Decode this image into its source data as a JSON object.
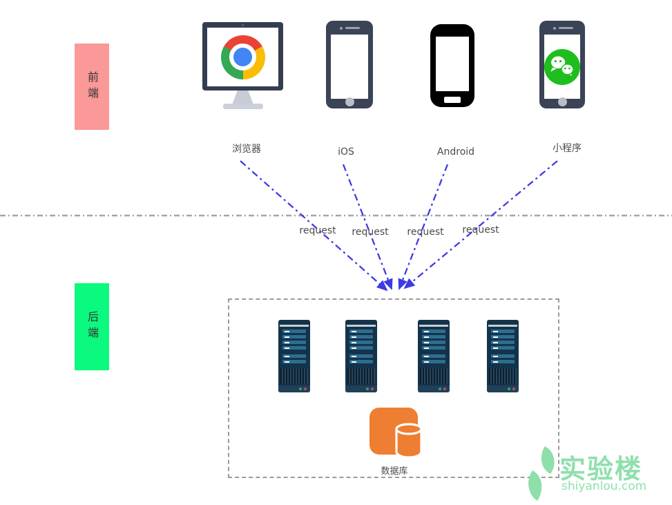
{
  "sections": {
    "frontend": {
      "label": "前端",
      "box_color": "#fb9898"
    },
    "backend": {
      "label": "后端",
      "box_color": "#0bf97e"
    }
  },
  "devices": [
    {
      "id": "browser",
      "label": "浏览器"
    },
    {
      "id": "ios",
      "label": "iOS"
    },
    {
      "id": "android",
      "label": "Android"
    },
    {
      "id": "wechat-mini-program",
      "label": "小程序"
    }
  ],
  "arrows": {
    "label": "request",
    "count": 4,
    "color": "#3d3be3",
    "style": "dash-dot"
  },
  "divider": {
    "style": "dash-dot",
    "color": "#a6a6a6"
  },
  "backend_cluster": {
    "server_count": 4,
    "server_body_color": "#14334a",
    "server_slot_color": "#2d6e90",
    "database": {
      "label": "数据库",
      "color": "#ee7e31"
    }
  },
  "brand_colors": {
    "chrome_red": "#ea4335",
    "chrome_yellow": "#fbbc05",
    "chrome_green": "#34a853",
    "chrome_blue": "#4285f4",
    "wechat_green": "#1ebe1e"
  },
  "watermark": {
    "title": "实验楼",
    "domain": "shiyanlou.com",
    "color": "#8fdfad"
  }
}
